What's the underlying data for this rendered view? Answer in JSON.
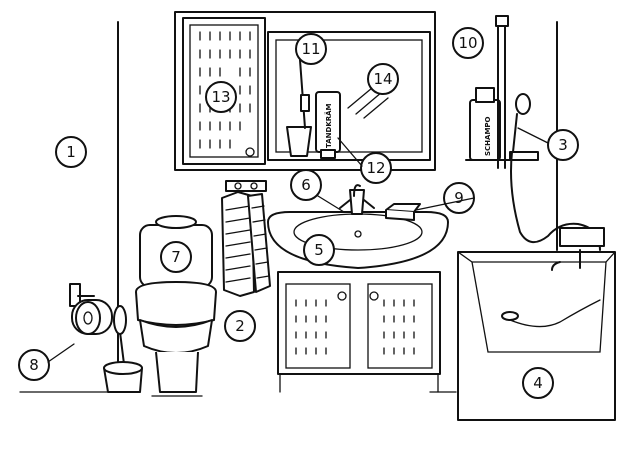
{
  "callouts": {
    "c1": "1",
    "c2": "2",
    "c3": "3",
    "c4": "4",
    "c5": "5",
    "c6": "6",
    "c7": "7",
    "c8": "8",
    "c9": "9",
    "c10": "10",
    "c11": "11",
    "c12": "12",
    "c13": "13",
    "c14": "14"
  },
  "labels": {
    "toothpaste": "TANDKRÄM",
    "shampoo": "SCHAMPO"
  }
}
